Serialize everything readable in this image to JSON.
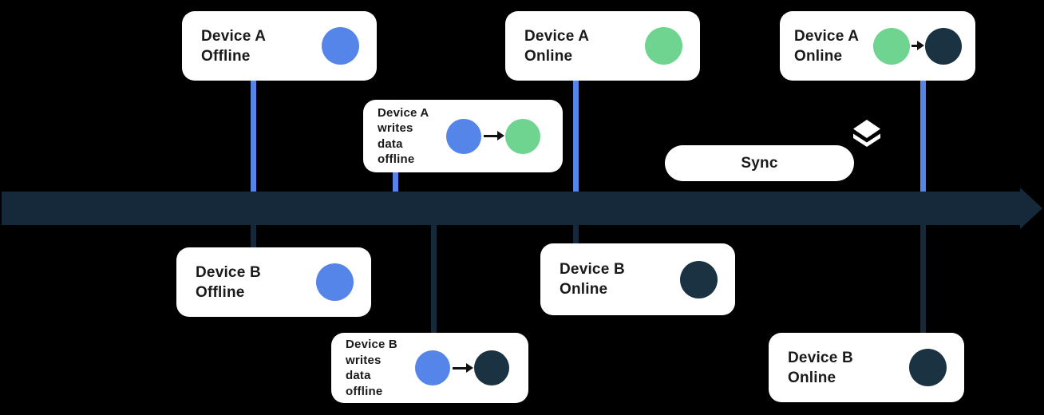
{
  "colors": {
    "background": "#000000",
    "card": "#FFFFFF",
    "text": "#1A1A1A",
    "blue": "#5585E8",
    "green": "#6ED490",
    "navy": "#1B3242",
    "timeline": "#16293A",
    "icon": "#FFFFFF"
  },
  "timeline": {
    "shape": "right-arrow",
    "direction": "left-to-right"
  },
  "cards": {
    "a_offline": {
      "title": "Device A\nOffline",
      "dots": [
        "blue-dot"
      ]
    },
    "a_writes": {
      "title": "Device A\nwrites\ndata\noffline",
      "dots": [
        "blue-dot",
        "arrow-right",
        "green-dot"
      ]
    },
    "a_online": {
      "title": "Device A\nOnline",
      "dots": [
        "green-dot"
      ]
    },
    "a_online_synced": {
      "title": "Device A\nOnline",
      "dots": [
        "green-dot",
        "arrow-right",
        "navy-dot"
      ]
    },
    "b_offline": {
      "title": "Device B\nOffline",
      "dots": [
        "blue-dot"
      ]
    },
    "b_writes": {
      "title": "Device B\nwrites\ndata\noffline",
      "dots": [
        "blue-dot",
        "arrow-right",
        "navy-dot"
      ]
    },
    "b_online": {
      "title": "Device B\nOnline",
      "dots": [
        "navy-dot"
      ]
    },
    "b_online_synced": {
      "title": "Device B\nOnline",
      "dots": [
        "navy-dot"
      ]
    }
  },
  "sync": {
    "label": "Sync",
    "icon": "layers-icon"
  }
}
